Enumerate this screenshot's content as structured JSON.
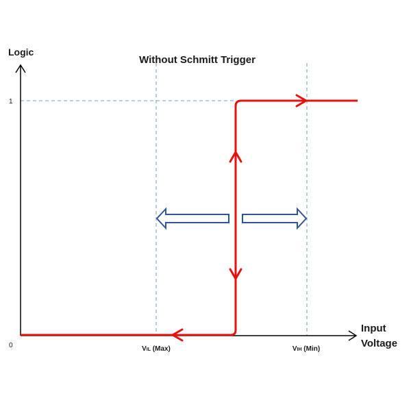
{
  "title": "Without  Schmitt Trigger",
  "y_axis_label": "Logic",
  "x_axis_label_line1": "Input",
  "x_axis_label_line2": "Voltage",
  "y_tick_high": "1",
  "y_tick_low": "0",
  "vil_main": "V",
  "vil_sub": "IL",
  "vil_suffix": " (Max)",
  "vih_main": "V",
  "vih_sub": "IH",
  "vih_suffix": " (Min)",
  "colors": {
    "axis": "#000000",
    "curve": "#e3140f",
    "guide": "#8fb0d8",
    "hollow_arrow": "#2f5597"
  }
}
